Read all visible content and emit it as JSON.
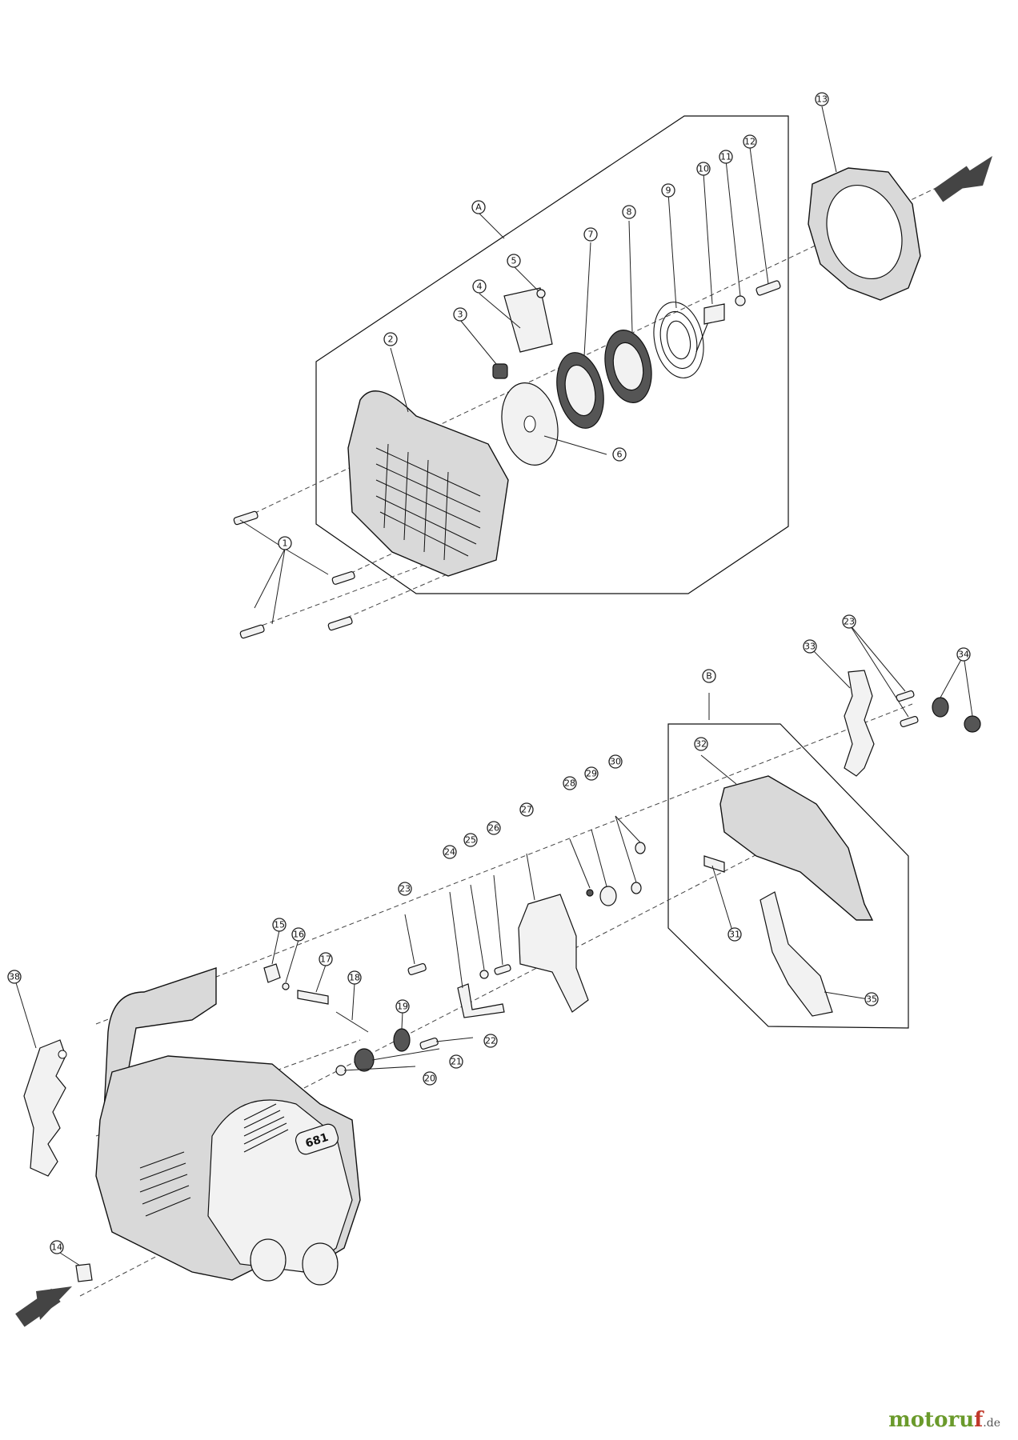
{
  "callouts": [
    "A",
    "1",
    "2",
    "3",
    "4",
    "5",
    "6",
    "7",
    "8",
    "9",
    "10",
    "11",
    "12",
    "13",
    "B",
    "14",
    "15",
    "16",
    "17",
    "18",
    "19",
    "20",
    "21",
    "22",
    "23",
    "23",
    "24",
    "25",
    "26",
    "27",
    "28",
    "29",
    "30",
    "31",
    "32",
    "33",
    "34",
    "35",
    "38"
  ],
  "product_badge": "681",
  "watermark": {
    "name_a": "motoru",
    "name_b": "f",
    "tld": ".de"
  }
}
